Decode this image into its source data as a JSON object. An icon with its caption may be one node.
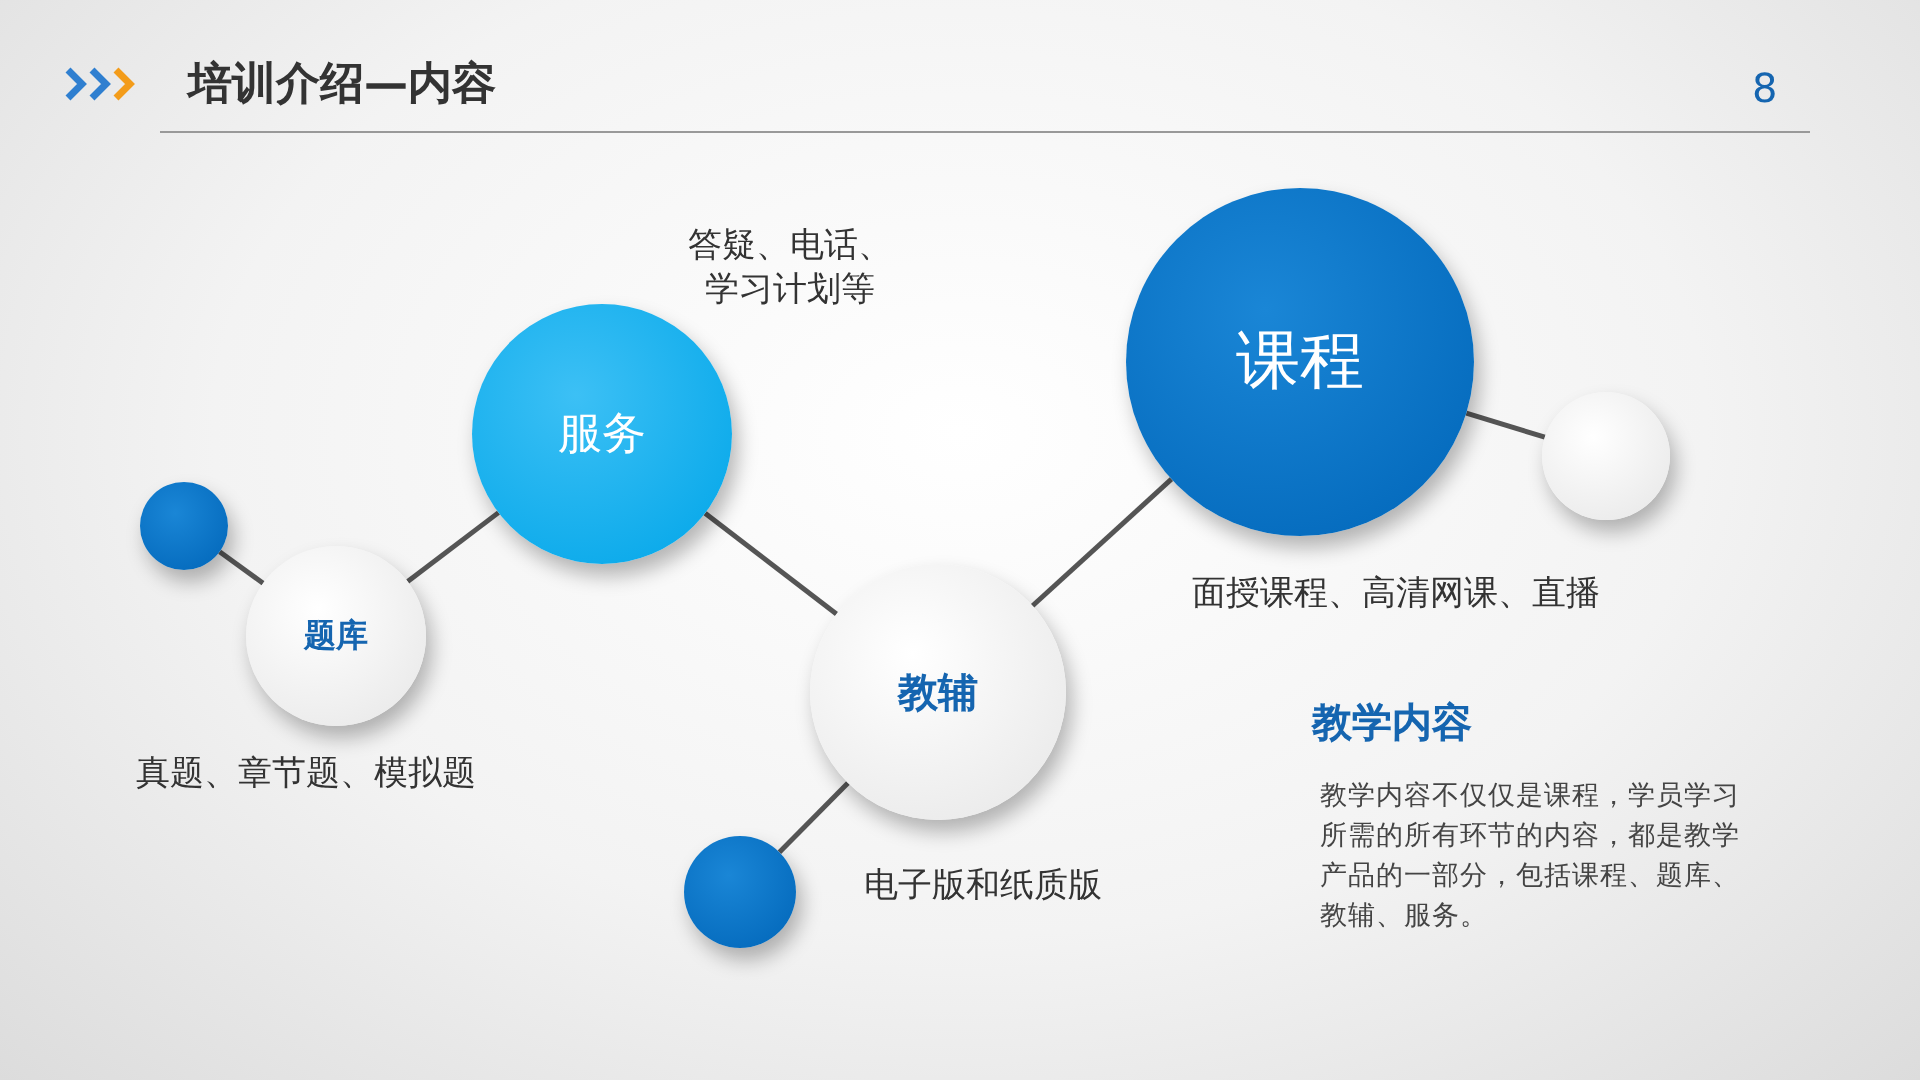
{
  "diagram": {
    "title": "培训介绍—内容",
    "nodes": [
      {
        "text": [
          "服务"
        ],
        "beside": [
          "答疑、电话、学习计划等"
        ]
      },
      {
        "text": [
          "课程"
        ],
        "beside": [
          "面授课程、高清网课、直播"
        ]
      },
      {
        "text": [],
        "shape": "circle"
      },
      {
        "text": [],
        "shape": "circle"
      },
      {
        "text": [
          "题库"
        ],
        "beside": [
          "真题、章节题、模拟题"
        ]
      },
      {
        "text": [
          "教辅"
        ],
        "beside": [
          "电子版和纸质版"
        ]
      },
      {
        "text": [],
        "shape": "circle"
      }
    ],
    "edges": [
      {
        "from": 3,
        "to": 4,
        "arrow": "none"
      },
      {
        "from": 4,
        "to": 0,
        "arrow": "none"
      },
      {
        "from": 0,
        "to": 5,
        "arrow": "none"
      },
      {
        "from": 5,
        "to": 1,
        "arrow": "none"
      },
      {
        "from": 1,
        "to": 2,
        "arrow": "none"
      },
      {
        "from": 5,
        "to": 6,
        "arrow": "none"
      }
    ],
    "labels": [
      "8",
      "教学内容",
      "教学内容不仅仅是课程，学员学习所需的所有环节的内容，都是教学产品的一部分，包括课程、题库、教辅、服务。"
    ]
  }
}
